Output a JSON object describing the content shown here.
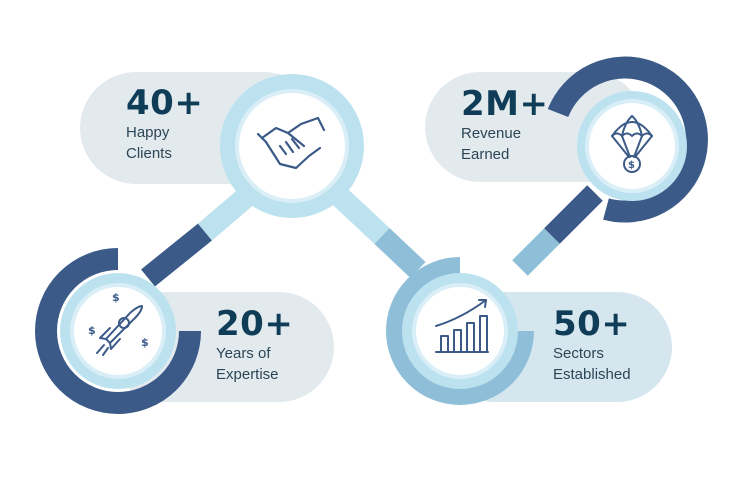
{
  "colors": {
    "navy": "#3b5a88",
    "light_blue": "#bde2ef",
    "mid_blue": "#8fbfd8",
    "pill_gray": "#e2eaee",
    "pill_blue": "#d5e6ef",
    "text_dark": "#0f3d57"
  },
  "stats": [
    {
      "number": "40+",
      "line1": "Happy",
      "line2": "Clients",
      "icon": "handshake-icon"
    },
    {
      "number": "20+",
      "line1": "Years of",
      "line2": "Expertise",
      "icon": "rocket-dollar-icon"
    },
    {
      "number": "2M+",
      "line1": "Revenue",
      "line2": "Earned",
      "icon": "parachute-dollar-icon"
    },
    {
      "number": "50+",
      "line1": "Sectors",
      "line2": "Established",
      "icon": "growth-bar-chart-icon"
    }
  ]
}
